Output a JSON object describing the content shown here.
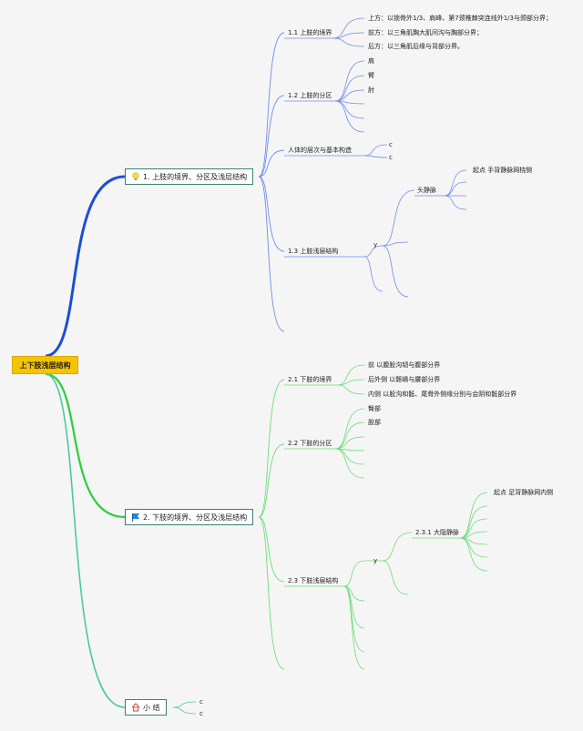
{
  "root": "上下肢浅层结构",
  "sections": {
    "s1": "1. 上肢的境界、分区及浅层结构",
    "s2": "2. 下肢的境界、分区及浅层结构",
    "s3": "小 结"
  },
  "upper": {
    "b11": "1.1 上肢的境界",
    "b11_items": [
      "上方：以锁骨外1/3、肩峰、第7颈椎棘突连线外1/3与颈部分界；",
      "前方：以三角肌胸大肌间沟与胸部分界；",
      "后方：以三角肌后缘与背部分界。"
    ],
    "b12": "1.2 上肢的分区",
    "b12_items": [
      "肩",
      "臂",
      "肘"
    ],
    "b_body": "人体的层次与基本构造",
    "b_body_items": [
      "c",
      "c"
    ],
    "b13": "1.3 上肢浅层结构",
    "b13_y": "y",
    "vein": "头静脉",
    "vein_start": "起点  手背静脉网桡侧"
  },
  "lower": {
    "b21": "2.1 下肢的境界",
    "b21_items": [
      "前  以腹股沟韧与腹部分界",
      "后外侧  以髂嵴与腰部分界",
      "内侧  以股沟和骶、尾骨外侧缘分别与会阴和骶部分界"
    ],
    "b22": "2.2 下肢的分区",
    "b22_items": [
      "臀部",
      "股部"
    ],
    "b23": "2.3 下肢浅层结构",
    "b23_y": "y",
    "b231": "2.3.1 大隐静脉",
    "b231_start": "起点  足背静脉网内侧"
  },
  "summary_items": [
    "c",
    "c"
  ],
  "colors": {
    "s1": "#1a4fd6",
    "s2": "#2ecc40",
    "s3": "#4cc9a0",
    "upper_thin": "#6f8ee8",
    "lower_thin": "#6fdc7a"
  }
}
